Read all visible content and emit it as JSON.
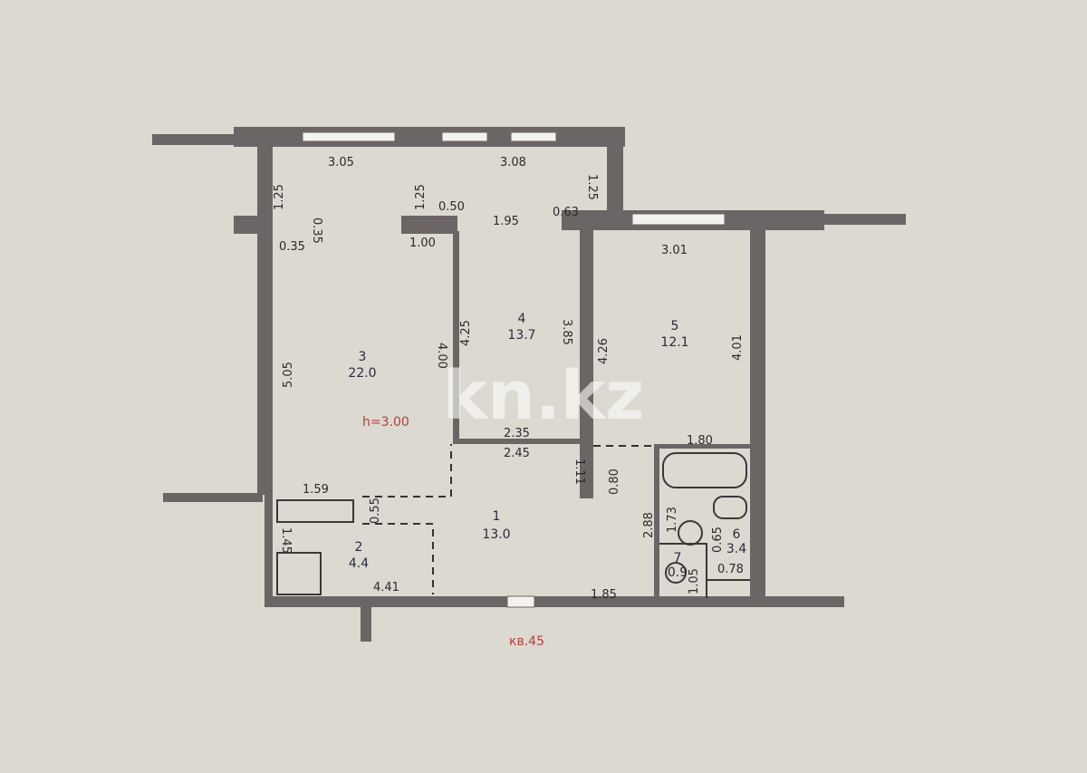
{
  "apartment_label": "кв.45",
  "ceiling_height": "h=3.00",
  "watermark": "kn.kz",
  "colors": {
    "wall": "#6b6665",
    "background": "#dcd9d1",
    "accent_text": "#b04040"
  },
  "rooms": [
    {
      "number": "1",
      "area": "13.0"
    },
    {
      "number": "2",
      "area": "4.4"
    },
    {
      "number": "3",
      "area": "22.0"
    },
    {
      "number": "4",
      "area": "13.7"
    },
    {
      "number": "5",
      "area": "12.1"
    },
    {
      "number": "6",
      "area": "3.4"
    },
    {
      "number": "7",
      "area": "0.9"
    }
  ],
  "dimensions": [
    "3.05",
    "3.08",
    "1.25",
    "1.25",
    "1.25",
    "0.35",
    "0.35",
    "0.50",
    "1.00",
    "1.95",
    "0.63",
    "3.01",
    "5.05",
    "4.00",
    "4.25",
    "3.85",
    "4.26",
    "4.01",
    "2.35",
    "2.45",
    "1.80",
    "1.11",
    "0.80",
    "1.59",
    "0.55",
    "1.45",
    "4.41",
    "1.85",
    "2.88",
    "1.73",
    "0.65",
    "0.78",
    "1.05"
  ]
}
